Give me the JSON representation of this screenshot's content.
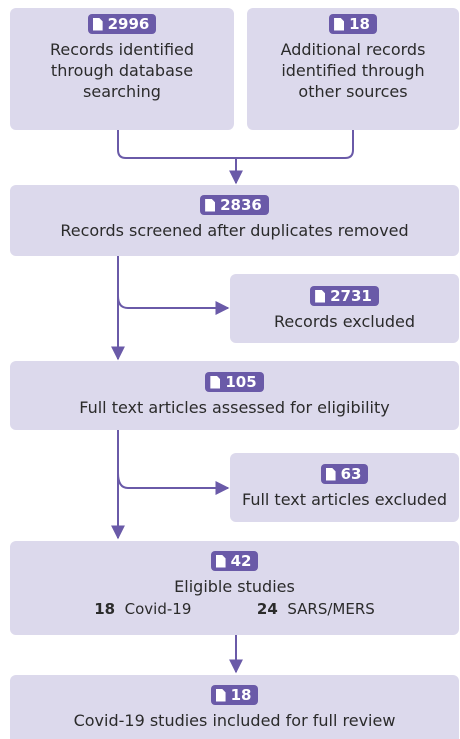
{
  "boxes": {
    "database": {
      "count": "2996",
      "label": "Records identified through database searching"
    },
    "other": {
      "count": "18",
      "label": "Additional records identified through other sources"
    },
    "screened": {
      "count": "2836",
      "label": "Records screened after duplicates removed"
    },
    "excluded": {
      "count": "2731",
      "label": "Records excluded"
    },
    "fulltext": {
      "count": "105",
      "label": "Full text articles assessed for eligibility"
    },
    "fulltext_excluded": {
      "count": "63",
      "label": "Full text articles excluded"
    },
    "eligible": {
      "count": "42",
      "label": "Eligible studies",
      "covid_count": "18",
      "covid_label": "Covid-19",
      "sars_count": "24",
      "sars_label": "SARS/MERS"
    },
    "included": {
      "count": "18",
      "label": "Covid-19 studies included for full review"
    }
  },
  "colors": {
    "box": "#dcd9ec",
    "badge": "#6a5aa8",
    "arrow": "#6a5aa8"
  },
  "icons": {
    "count_badge": "document-icon"
  }
}
